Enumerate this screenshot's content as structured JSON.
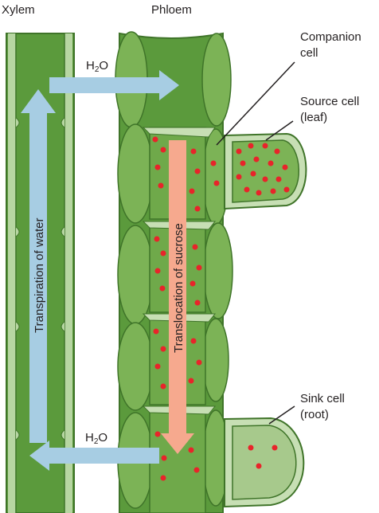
{
  "headings": {
    "xylem": "Xylem",
    "phloem": "Phloem"
  },
  "labels": {
    "companion_line1": "Companion",
    "companion_line2": "cell",
    "source_line1": "Source cell",
    "source_line2": "(leaf)",
    "sink_line1": "Sink cell",
    "sink_line2": "(root)"
  },
  "water_label": {
    "main": "H",
    "subscript": "2",
    "tail": "O"
  },
  "arrows": {
    "transpiration": "Transpiration of water",
    "translocation": "Translocation of sucrose"
  },
  "colors": {
    "tissue_dark": "#4e8a33",
    "tissue_mid": "#6fa94a",
    "tissue_light": "#a7c98c",
    "cell_pale": "#c7dfb4",
    "sugar_dot": "#e8242a",
    "water_arrow": "#a7cde3",
    "sucrose_arrow": "#f6a98e"
  }
}
